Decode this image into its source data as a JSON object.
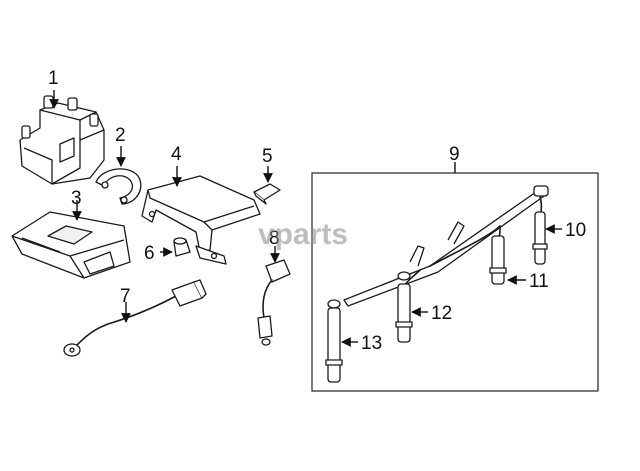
{
  "watermark": "vparts",
  "callouts": {
    "c1": "1",
    "c2": "2",
    "c3": "3",
    "c4": "4",
    "c5": "5",
    "c6": "6",
    "c7": "7",
    "c8": "8",
    "c9": "9",
    "c10": "10",
    "c11": "11",
    "c12": "12",
    "c13": "13"
  }
}
